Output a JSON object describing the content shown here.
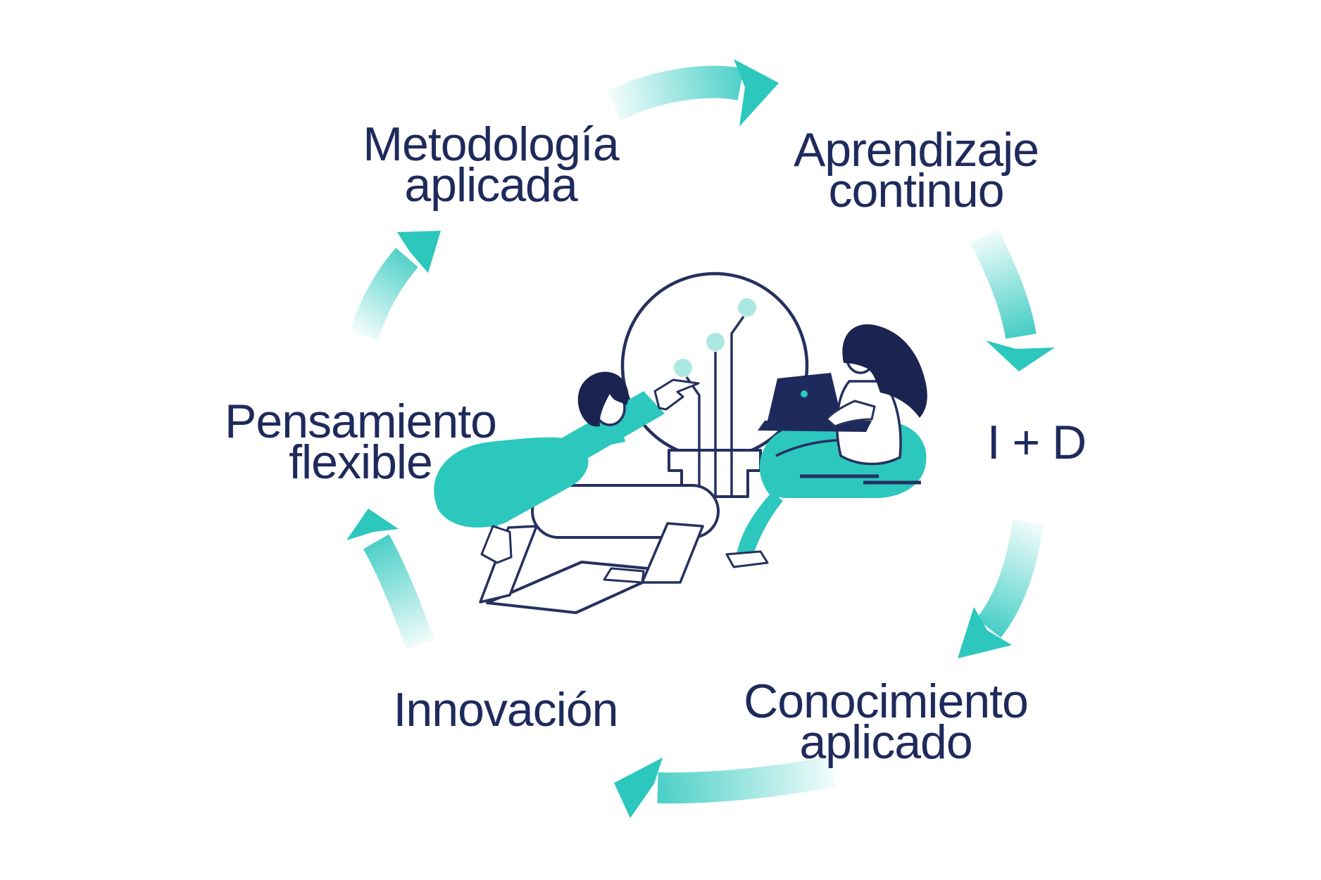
{
  "diagram": {
    "type": "cycle",
    "background": "#ffffff",
    "colors": {
      "text_navy": "#1f2a5c",
      "outline_navy": "#25305f",
      "teal": "#2cc7bd",
      "teal_light_dot": "#abe8e1",
      "arrow_gradient_start": "#f0fcfb",
      "arrow_gradient_end": "#2cc7bd"
    },
    "steps": [
      {
        "id": "metodologia-aplicada",
        "label": "Metodología aplicada",
        "lines": [
          "Metodología",
          "aplicada"
        ]
      },
      {
        "id": "aprendizaje-continuo",
        "label": "Aprendizaje continuo",
        "lines": [
          "Aprendizaje",
          "continuo"
        ]
      },
      {
        "id": "i-mas-d",
        "label": "I + D",
        "lines": [
          "I + D"
        ]
      },
      {
        "id": "conocimiento-aplicado",
        "label": "Conocimiento aplicado",
        "lines": [
          "Conocimiento",
          "aplicado"
        ]
      },
      {
        "id": "innovacion",
        "label": "Innovación",
        "lines": [
          "Innovación"
        ]
      },
      {
        "id": "pensamiento-flexible",
        "label": "Pensamiento flexible",
        "lines": [
          "Pensamiento",
          "flexible"
        ]
      }
    ],
    "arrows": [
      "arrow-top-right",
      "arrow-right-down",
      "arrow-rightbottom-downleft",
      "arrow-bottom-left",
      "arrow-leftbottom-up",
      "arrow-lefttop-upright"
    ],
    "illustration": {
      "name": "people-lightbulb-illustration",
      "elements": [
        "lightbulb-icon",
        "circuit-dots",
        "man-figure",
        "pointing-hand",
        "woman-figure",
        "laptop-icon",
        "platform"
      ]
    }
  }
}
